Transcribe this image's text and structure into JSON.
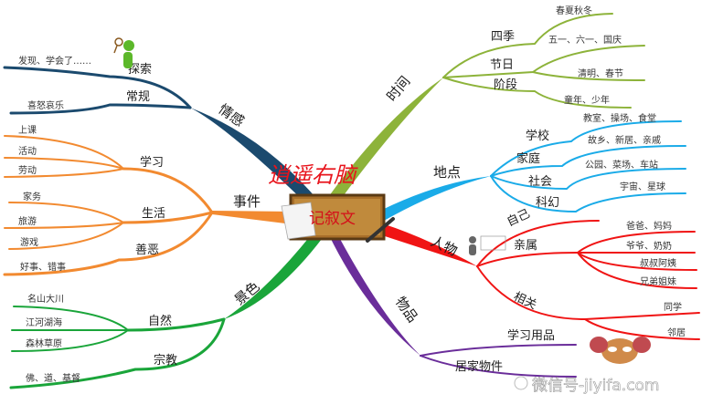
{
  "title": "逍遥右脑",
  "center": "记叙文",
  "watermark": "微信号-jiyifa.com",
  "colors": {
    "emotion": "#1b4a6e",
    "event": "#f28a30",
    "scenery": "#1aa53a",
    "time": "#8db33a",
    "place": "#1aabe8",
    "people": "#f01414",
    "object": "#6a2d9a",
    "center_box": "#a86f2a",
    "title": "#e8141c"
  },
  "branches": {
    "emotion": {
      "label": "情感",
      "children": [
        {
          "label": "探索",
          "leaves": [
            "发现、学会了……"
          ]
        },
        {
          "label": "常规",
          "leaves": [
            "喜怒哀乐"
          ]
        }
      ]
    },
    "event": {
      "label": "事件",
      "children": [
        {
          "label": "学习",
          "leaves": [
            "上课",
            "活动",
            "劳动"
          ]
        },
        {
          "label": "生活",
          "leaves": [
            "家务",
            "旅游",
            "游戏"
          ]
        },
        {
          "label": "善恶",
          "leaves": [
            "好事、错事"
          ]
        }
      ]
    },
    "scenery": {
      "label": "景色",
      "children": [
        {
          "label": "自然",
          "leaves": [
            "名山大川",
            "江河湖海",
            "森林草原"
          ]
        },
        {
          "label": "宗教",
          "leaves": [
            "佛、道、基督"
          ]
        }
      ]
    },
    "time": {
      "label": "时间",
      "children": [
        {
          "label": "四季",
          "leaves": [
            "春夏秋冬"
          ]
        },
        {
          "label": "节日",
          "leaves": [
            "五一、六一、国庆",
            "清明、春节"
          ]
        },
        {
          "label": "阶段",
          "leaves": [
            "童年、少年"
          ]
        }
      ]
    },
    "place": {
      "label": "地点",
      "children": [
        {
          "label": "学校",
          "leaves": [
            "教室、操场、食堂"
          ]
        },
        {
          "label": "家庭",
          "leaves": [
            "故乡、新居、亲戚"
          ]
        },
        {
          "label": "社会",
          "leaves": [
            "公园、菜场、车站"
          ]
        },
        {
          "label": "科幻",
          "leaves": [
            "宇宙、星球"
          ]
        }
      ]
    },
    "people": {
      "label": "人物",
      "children": [
        {
          "label": "自己",
          "leaves": []
        },
        {
          "label": "亲属",
          "leaves": [
            "爸爸、妈妈",
            "爷爷、奶奶",
            "叔叔阿姨",
            "兄弟姐妹"
          ]
        },
        {
          "label": "相关",
          "leaves": [
            "同学",
            "邻居"
          ]
        }
      ]
    },
    "object": {
      "label": "物品",
      "children": [
        {
          "label": "学习用品",
          "leaves": []
        },
        {
          "label": "居家物件",
          "leaves": []
        }
      ]
    }
  }
}
